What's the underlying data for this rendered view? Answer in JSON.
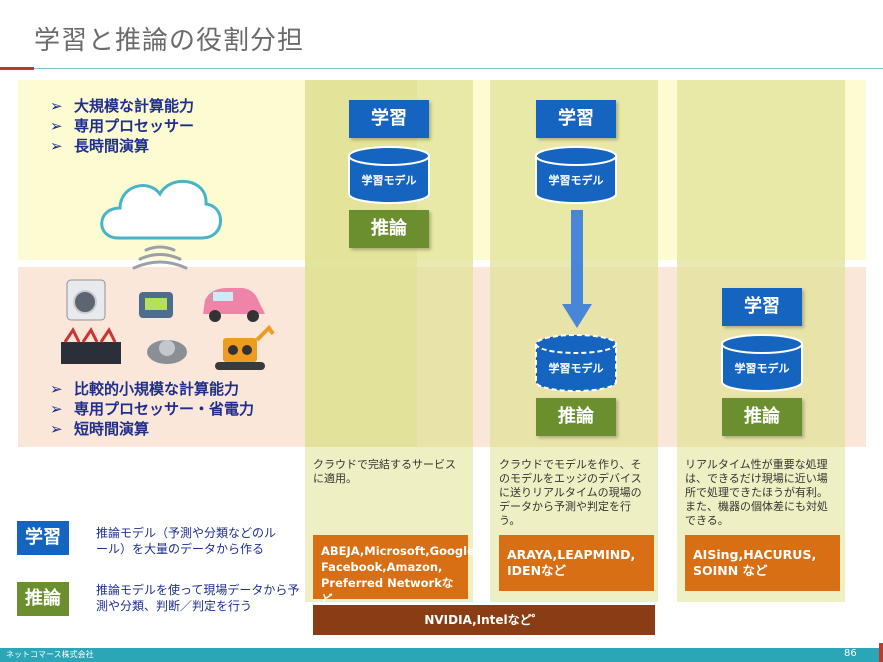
{
  "title": "学習と推論の役割分担",
  "cloud_features": [
    "大規模な計算能力",
    "専用プロセッサー",
    "長時間演算"
  ],
  "edge_features": [
    "比較的小規模な計算能力",
    "専用プロセッサー・省電力",
    "短時間演算"
  ],
  "labels": {
    "learn": "学習",
    "infer": "推論",
    "model": "学習モデル"
  },
  "columns": [
    {
      "desc": "クラウドで完結するサービスに適用。",
      "companies": "ABEJA,Microsoft,Google, Facebook,Amazon, Preferred Networkなど"
    },
    {
      "desc": "クラウドでモデルを作り、そのモデルをエッジのデバイスに送りリアルタイムの現場のデータから予測や判定を行う。",
      "companies": "ARAYA,LEAPMIND, IDENなど"
    },
    {
      "desc": "リアルタイム性が重要な処理は、できるだけ現場に近い場所で処理できたほうが有利。また、機器の個体差にも対処できる。",
      "companies": "AISing,HACURUS, SOINN など"
    }
  ],
  "hardware": "NVIDIA,Intelなど゜",
  "legend": {
    "learn_desc": "推論モデル（予測や分類などのルール）を大量のデータから作る",
    "infer_desc": "推論モデルを使って現場データから予測や分類、判断／判定を行う"
  },
  "footer": {
    "company": "ネットコマース株式会社",
    "page": "86"
  },
  "colors": {
    "blue": "#1565c0",
    "green": "#6b8e2f",
    "orange": "#d96f14",
    "brown": "#8a3d14",
    "teal": "#2aa6b6"
  }
}
